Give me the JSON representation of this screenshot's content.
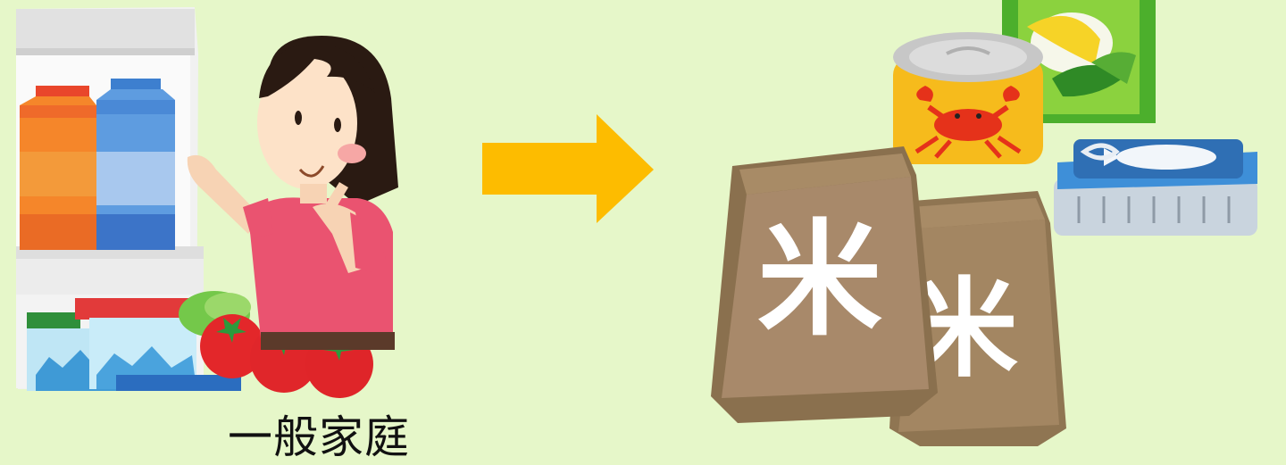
{
  "caption": "一般家庭",
  "labels": {
    "rice_bag_front": "米",
    "rice_bag_back": "米"
  },
  "colors": {
    "background": "#e6f7c9",
    "arrow": "#fdbc00",
    "rice_bag": "#a38662",
    "shirt": "#ea5370"
  }
}
